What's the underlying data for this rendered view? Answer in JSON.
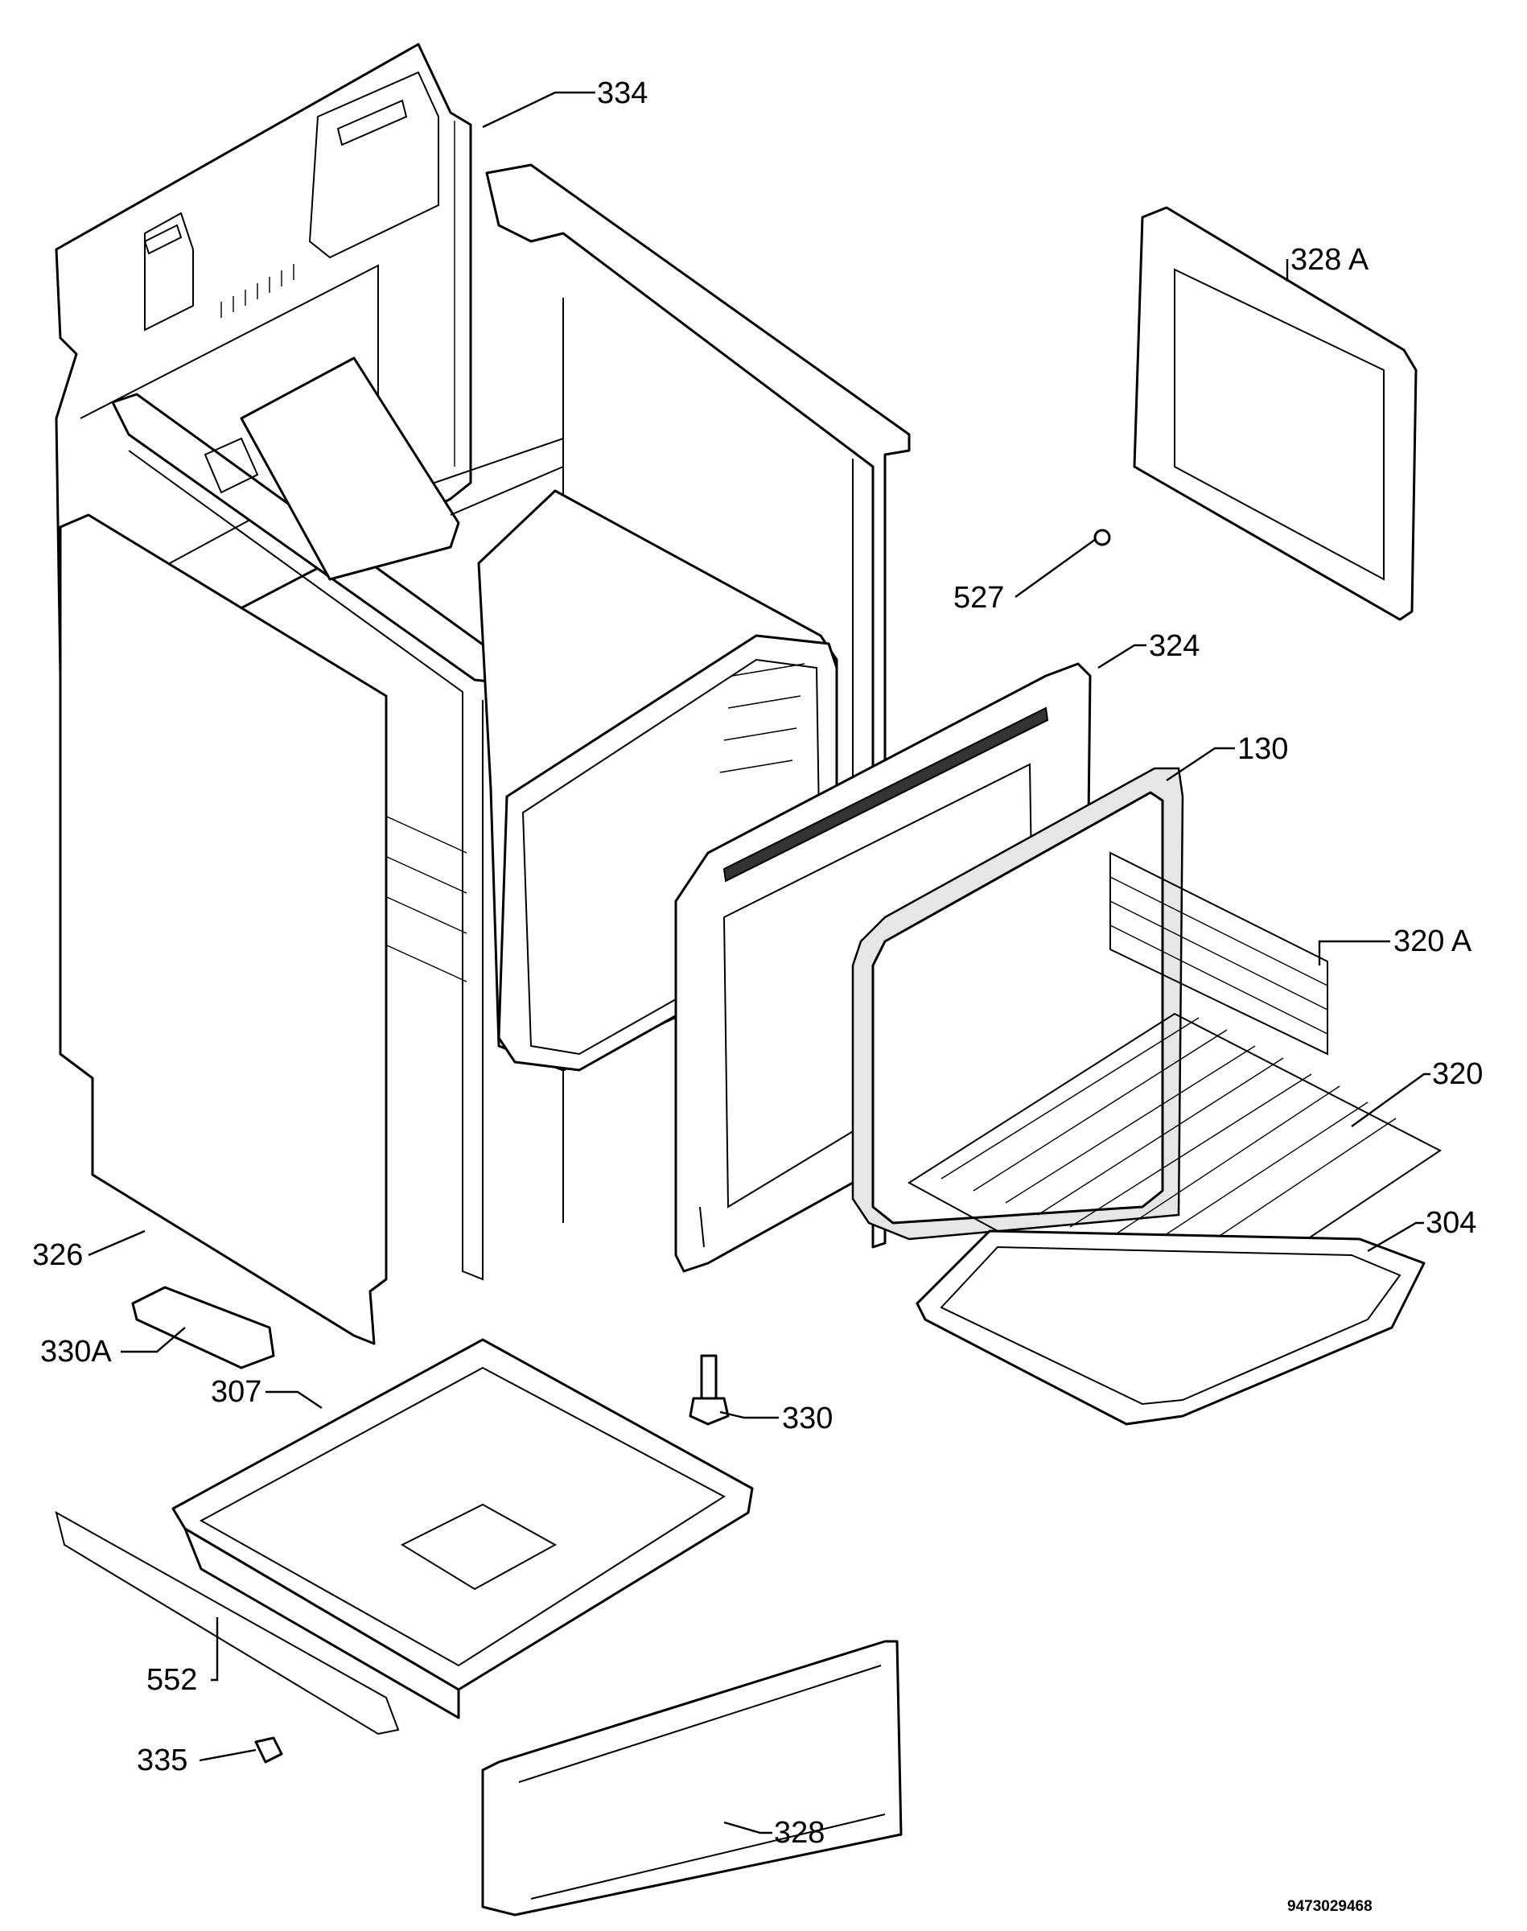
{
  "labels": {
    "l334": "334",
    "l328A": "328 A",
    "l527": "527",
    "l324": "324",
    "l130": "130",
    "l320A": "320 A",
    "l320": "320",
    "l304": "304",
    "l326": "326",
    "l330A": "330A",
    "l307": "307",
    "l330": "330",
    "l552": "552",
    "l335": "335",
    "l328": "328"
  },
  "document_number": "9473029468"
}
